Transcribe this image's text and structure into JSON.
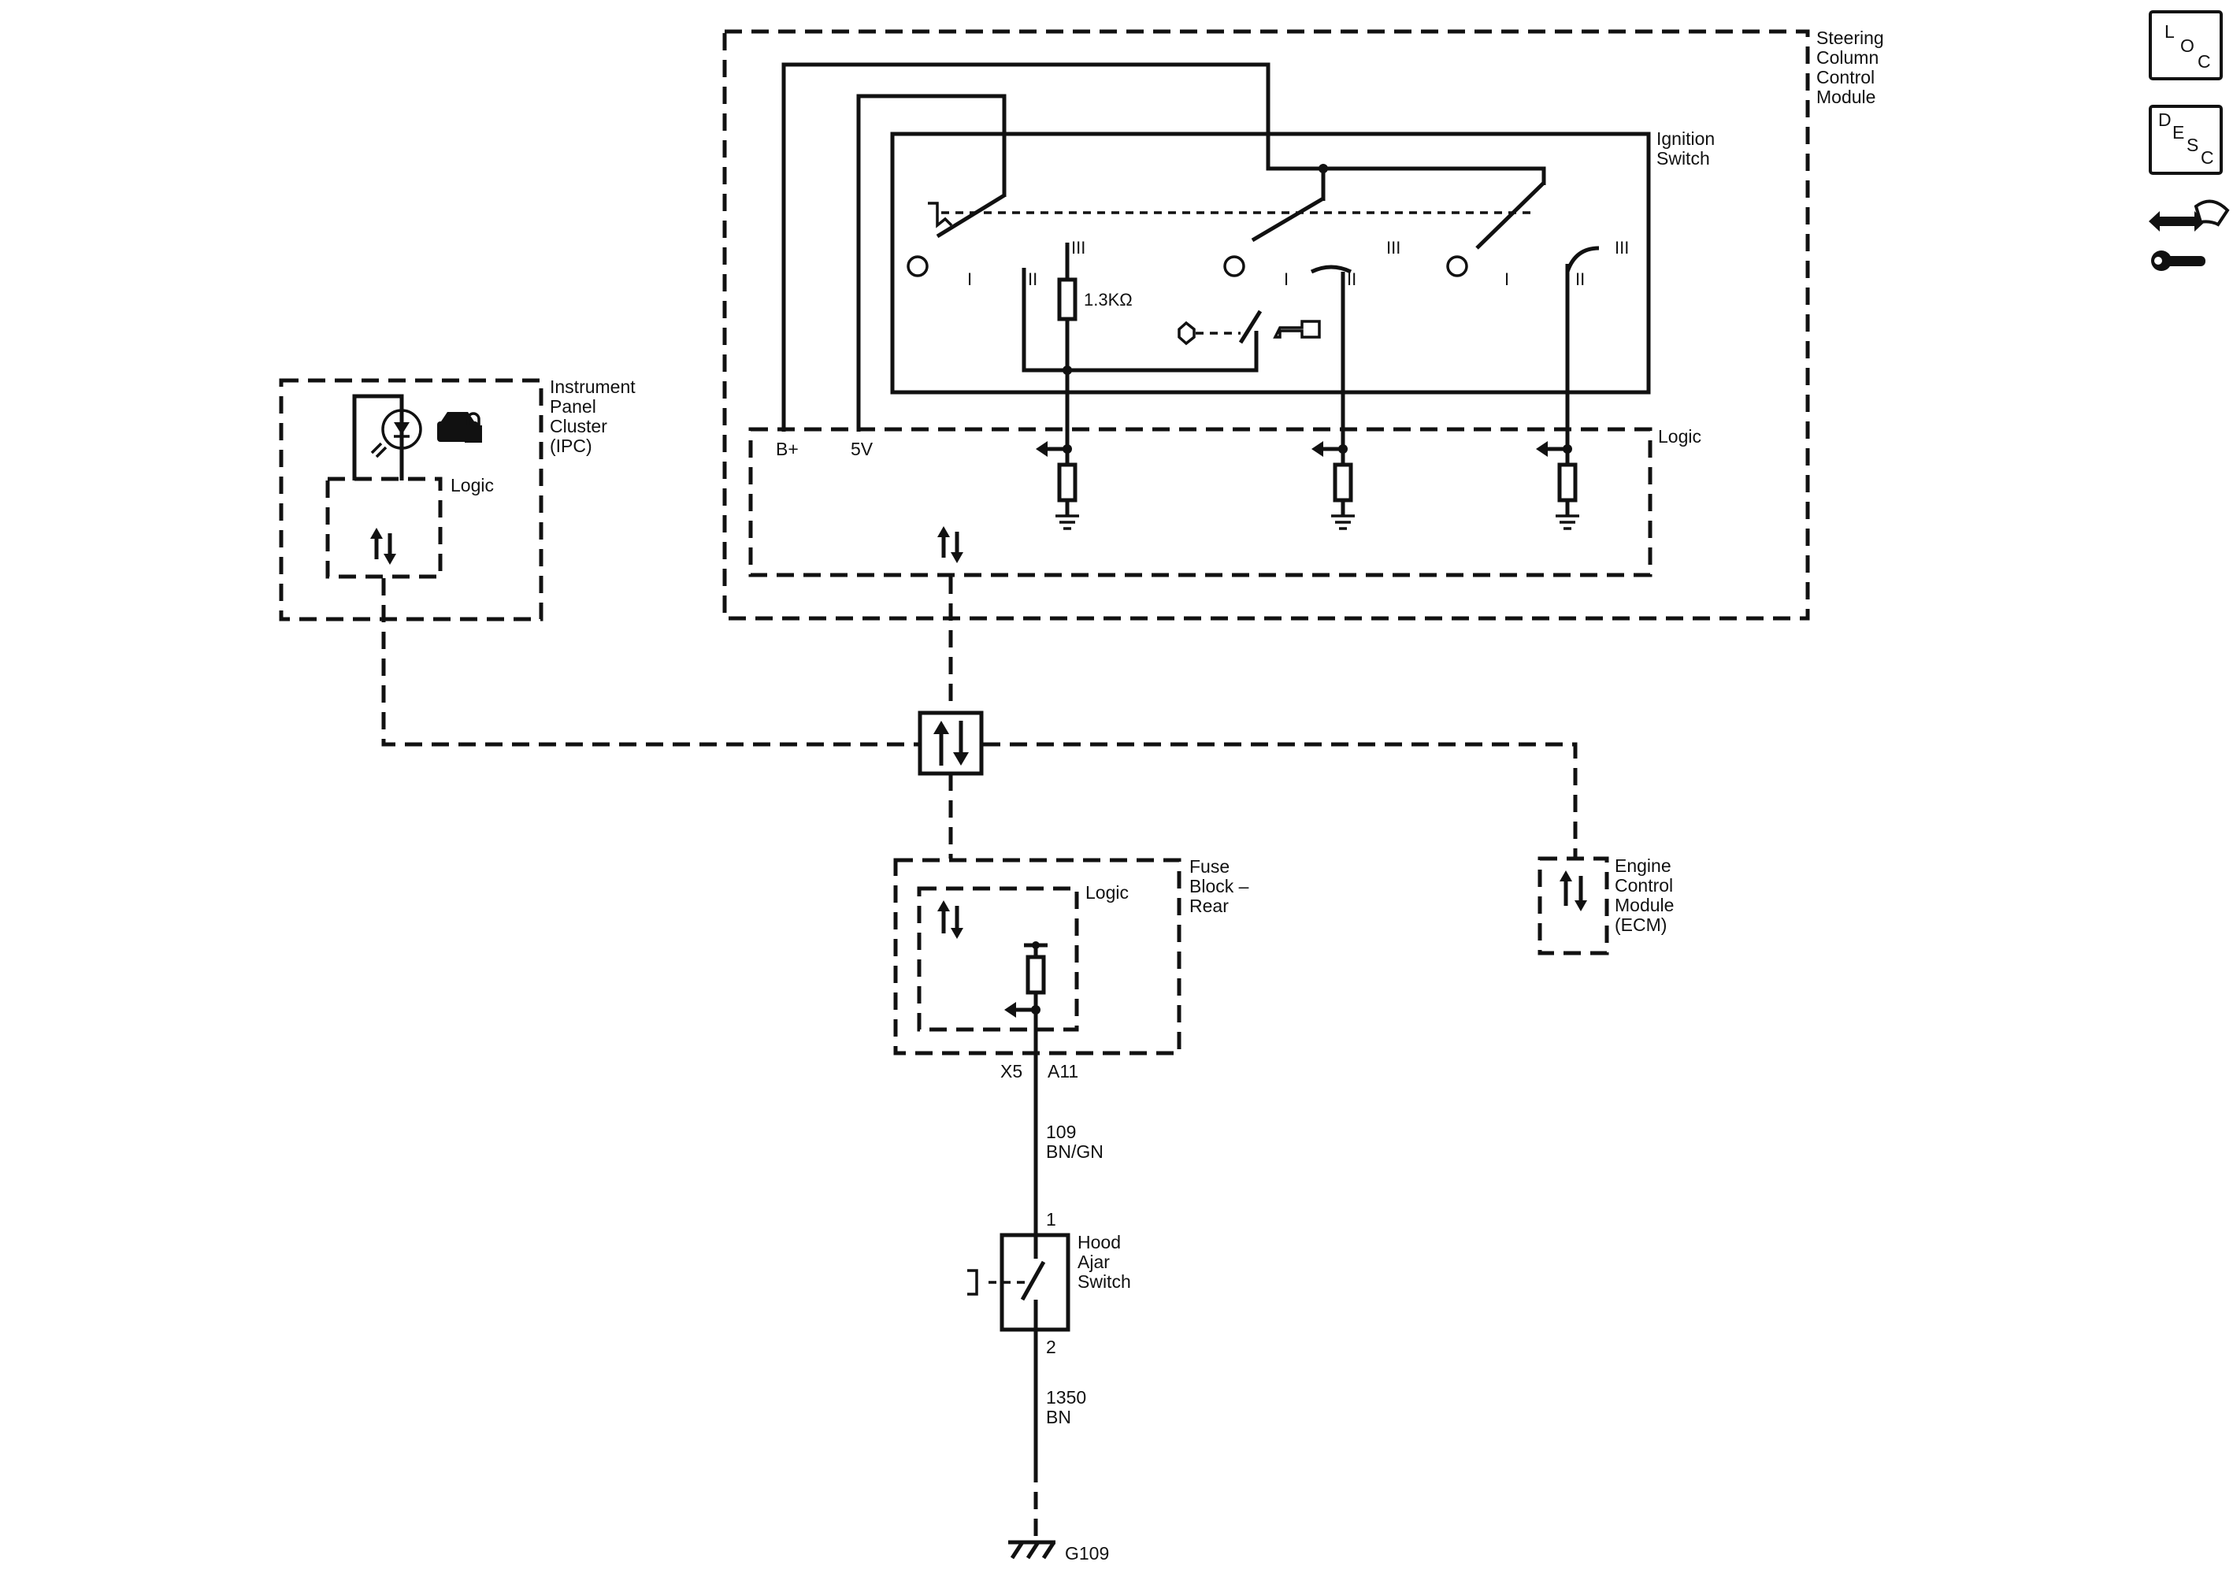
{
  "modules": {
    "sccm": {
      "label_lines": [
        "Steering",
        "Column",
        "Control",
        "Module"
      ]
    },
    "ignition_switch": {
      "label_lines": [
        "Ignition",
        "Switch"
      ]
    },
    "sccm_logic": {
      "label": "Logic",
      "b_plus": "B+",
      "five_v": "5V",
      "resistor": "1.3KΩ"
    },
    "ipc": {
      "label_lines": [
        "Instrument",
        "Panel",
        "Cluster",
        "(IPC)"
      ],
      "logic": "Logic"
    },
    "fuse_block": {
      "label_lines": [
        "Fuse",
        "Block –",
        "Rear"
      ],
      "logic": "Logic",
      "connector": "X5",
      "pin": "A11"
    },
    "ecm": {
      "label_lines": [
        "Engine",
        "Control",
        "Module",
        "(ECM)"
      ]
    },
    "hood_switch": {
      "label_lines": [
        "Hood",
        "Ajar",
        "Switch"
      ],
      "pin_top": "1",
      "pin_bottom": "2"
    }
  },
  "ignition_positions": {
    "p1": "I",
    "p2": "III",
    "p3": "II",
    "p4": "I",
    "p5": "II",
    "p6": "III",
    "p7": "I",
    "p8": "III",
    "p9": "II"
  },
  "wires": {
    "w109": {
      "circuit": "109",
      "color": "BN/GN"
    },
    "w1350": {
      "circuit": "1350",
      "color": "BN"
    }
  },
  "ground": {
    "label": "G109"
  },
  "side_icons": {
    "loc": {
      "l": "L",
      "o": "O",
      "c": "C"
    },
    "desc": {
      "d": "D",
      "e": "E",
      "s": "S",
      "c": "C"
    }
  }
}
